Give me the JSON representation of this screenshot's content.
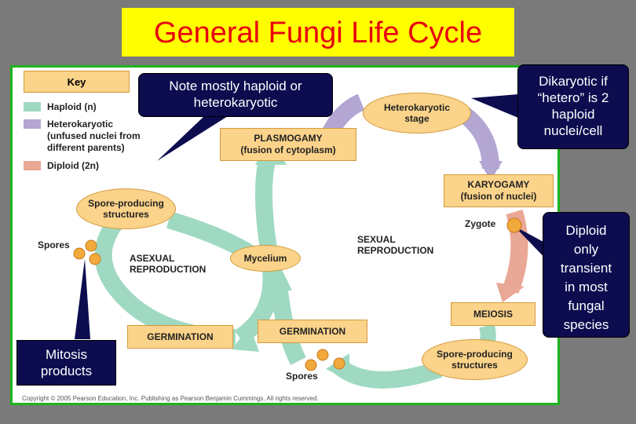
{
  "title": "General Fungi Life Cycle",
  "key": {
    "heading": "Key",
    "haploid": "Haploid (n)",
    "heterokaryotic_line1": "Heterokaryotic",
    "heterokaryotic_line2": "(unfused nuclei from",
    "heterokaryotic_line3": "different parents)",
    "diploid": "Diploid (2n)",
    "colors": {
      "haploid": "#9fd9c2",
      "heterokaryotic": "#b3a6d3",
      "diploid": "#e9a895"
    }
  },
  "labels": {
    "heterokaryotic_stage_1": "Heterokaryotic",
    "heterokaryotic_stage_2": "stage",
    "plasmogamy_1": "PLASMOGAMY",
    "plasmogamy_2": "(fusion of cytoplasm)",
    "karyogamy_1": "KARYOGAMY",
    "karyogamy_2": "(fusion of nuclei)",
    "zygote": "Zygote",
    "sexual_1": "SEXUAL",
    "sexual_2": "REPRODUCTION",
    "meiosis": "MEIOSIS",
    "spore_struct_bottom_1": "Spore-producing",
    "spore_struct_bottom_2": "structures",
    "germination_right": "GERMINATION",
    "spores_bottom": "Spores",
    "germination_left": "GERMINATION",
    "mycelium": "Mycelium",
    "asexual_1": "ASEXUAL",
    "asexual_2": "REPRODUCTION",
    "spores_left": "Spores",
    "spore_struct_left_1": "Spore-producing",
    "spore_struct_left_2": "structures"
  },
  "callouts": {
    "haploid_note_1": "Note mostly haploid or",
    "haploid_note_2": "heterokaryotic",
    "dikaryotic_1": "Dikaryotic if",
    "dikaryotic_2": "“hetero” is 2",
    "dikaryotic_3": "haploid",
    "dikaryotic_4": "nuclei/cell",
    "diploid_1": "Diploid",
    "diploid_2": "only",
    "diploid_3": "transient",
    "diploid_4": "in most",
    "diploid_5": "fungal",
    "diploid_6": "species",
    "mitosis_1": "Mitosis",
    "mitosis_2": "products"
  },
  "copyright": "Copyright © 2005 Pearson Education, Inc. Publishing as Pearson Benjamin Cummings. All rights reserved."
}
